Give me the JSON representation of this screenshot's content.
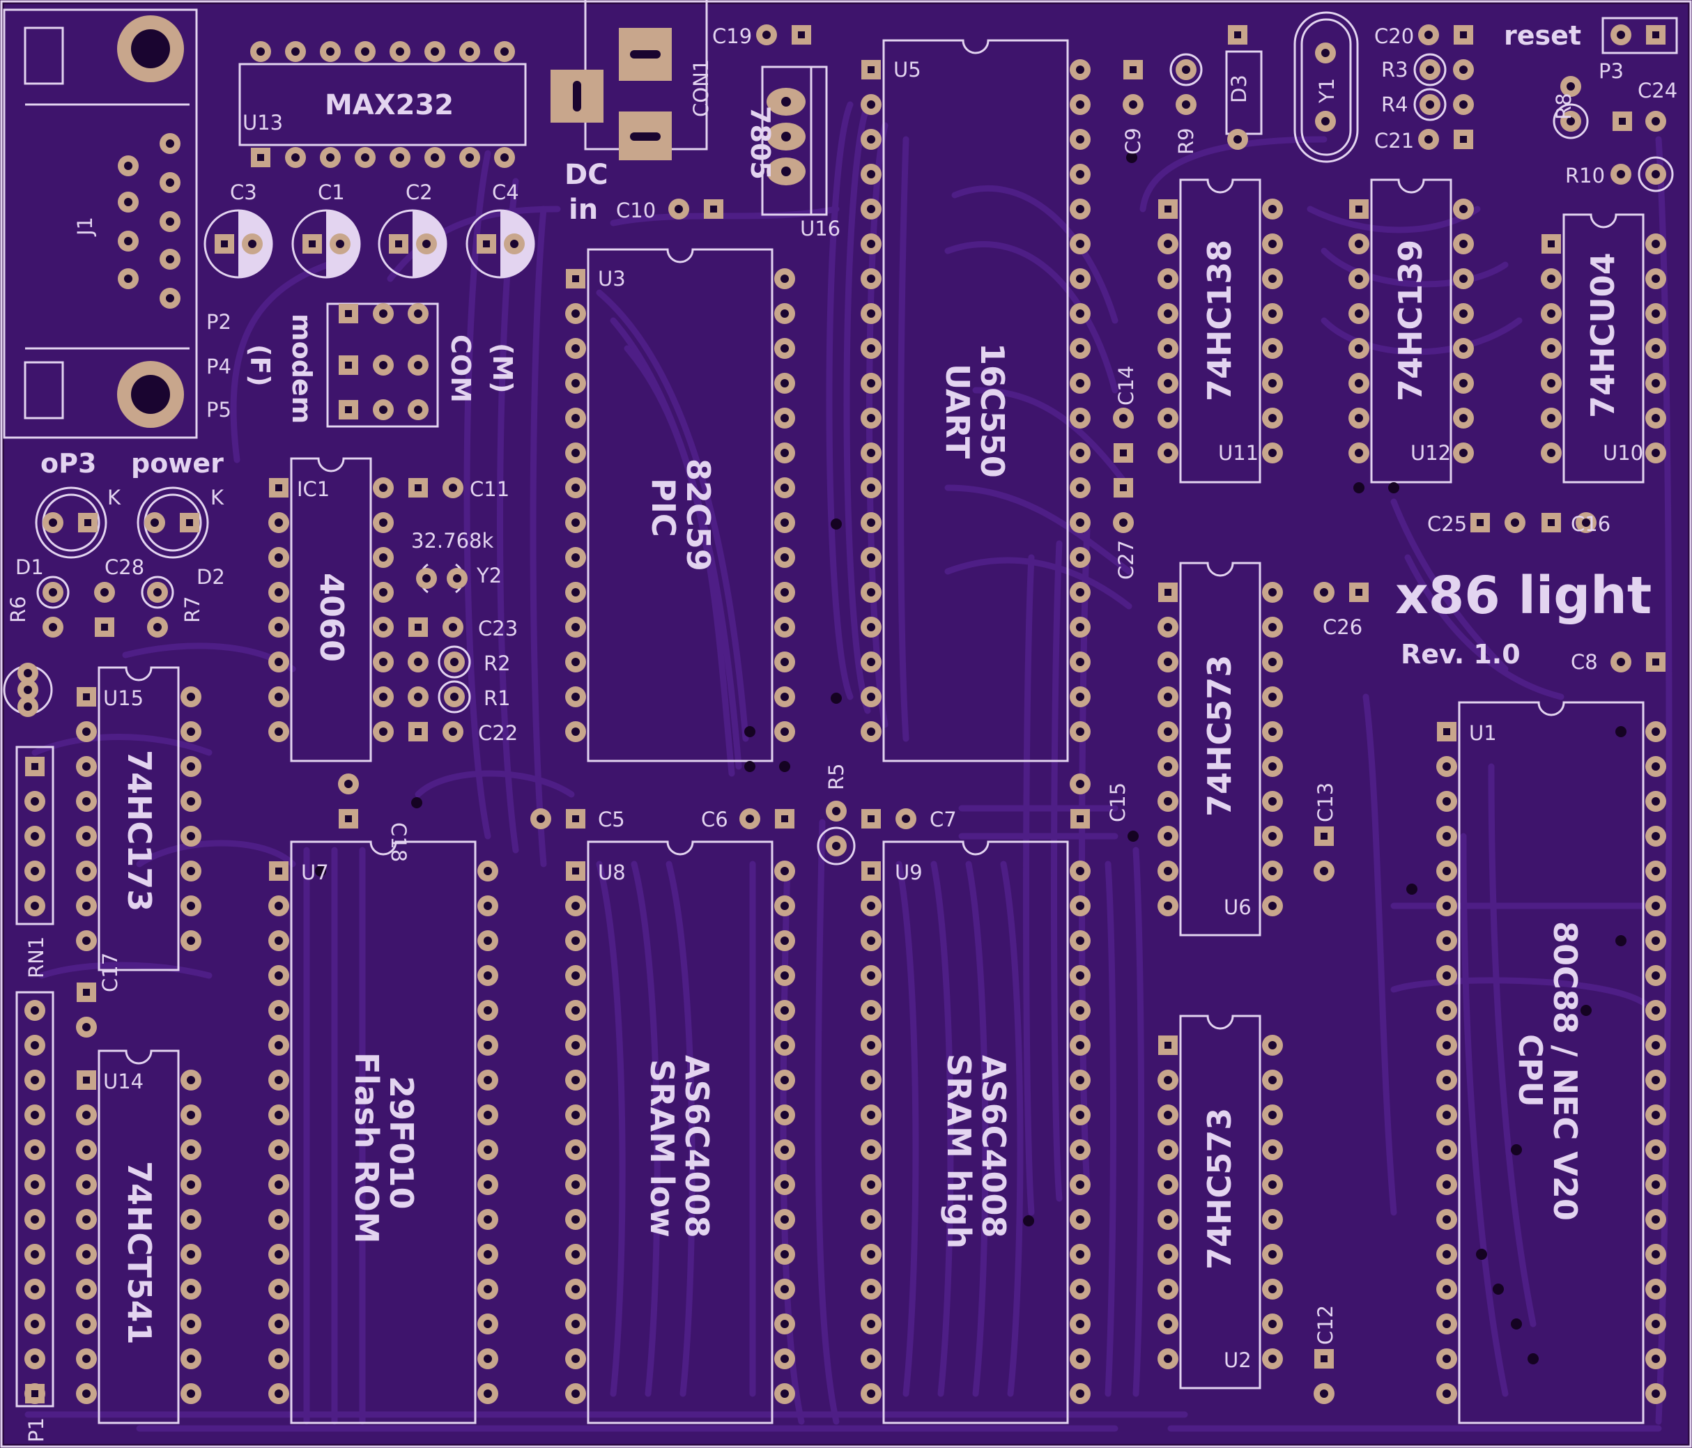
{
  "board": {
    "title": "x86 light",
    "revision": "Rev. 1.0",
    "colors": {
      "background": "#2c0a44",
      "board": "#3e146c",
      "trace": "#4e1e86",
      "copper": "#c8a68c",
      "silk": "#e3d4f0"
    }
  },
  "texts": {
    "u13_ref": "U13",
    "u13_part": "MAX232",
    "j1": "J1",
    "c3": "C3",
    "c1": "C1",
    "c2": "C2",
    "c4": "C4",
    "con1": "CON1",
    "dc": "DC",
    "in": "in",
    "c10": "C10",
    "c19": "C19",
    "u16": "U16",
    "u16_part": "7805",
    "u5": "U5",
    "c9": "C9",
    "r9": "R9",
    "d3": "D3",
    "y1": "Y1",
    "c20": "C20",
    "r3": "R3",
    "r4": "R4",
    "c21": "C21",
    "reset": "reset",
    "p3": "P3",
    "r8": "R8",
    "c24": "C24",
    "r10": "R10",
    "p2": "P2",
    "p4": "P4",
    "p5": "P5",
    "modem": "modem",
    "f": "(F)",
    "com": "COM",
    "m": "(M)",
    "u3": "U3",
    "u5_part1": "16C550",
    "u5_part2": "UART",
    "c14": "C14",
    "u11_part": "74HC138",
    "u11": "U11",
    "u12_part": "74HC139",
    "u12": "U12",
    "u10_part": "74HCU04",
    "u10": "U10",
    "op3": "oP3",
    "power": "power",
    "k1": "K",
    "k2": "K",
    "ic1": "IC1",
    "c11": "C11",
    "y2_freq": "32.768k",
    "y2": "Y2",
    "u3_part1": "82C59",
    "u3_part2": "PIC",
    "c27": "C27",
    "c25": "C25",
    "c16": "C16",
    "d1": "D1",
    "d2": "D2",
    "c28": "C28",
    "r6": "R6",
    "r7": "R7",
    "ic1_part": "4060",
    "c23": "C23",
    "r2": "R2",
    "r1": "R1",
    "c22": "C22",
    "c26": "C26",
    "c8": "C8",
    "u15": "U15",
    "u15_part": "74HC173",
    "u6_part": "74HC573",
    "u1": "U1",
    "c18": "C18",
    "r5": "R5",
    "c5": "C5",
    "c6": "C6",
    "c7": "C7",
    "c15": "C15",
    "c13": "C13",
    "u7": "U7",
    "u8": "U8",
    "u9": "U9",
    "u6": "U6",
    "rn1": "RN1",
    "c17": "C17",
    "u14": "U14",
    "u14_part": "74HCT541",
    "u7_part1": "29F010",
    "u7_part2": "Flash ROM",
    "u8_part1": "AS6C4008",
    "u8_part2": "SRAM low",
    "u9_part1": "AS6C4008",
    "u9_part2": "SRAM high",
    "u2_part": "74HC573",
    "u1_part1": "80C88 / NEC V20",
    "u1_part2": "CPU",
    "c12": "C12",
    "u2": "U2",
    "p1": "P1"
  }
}
